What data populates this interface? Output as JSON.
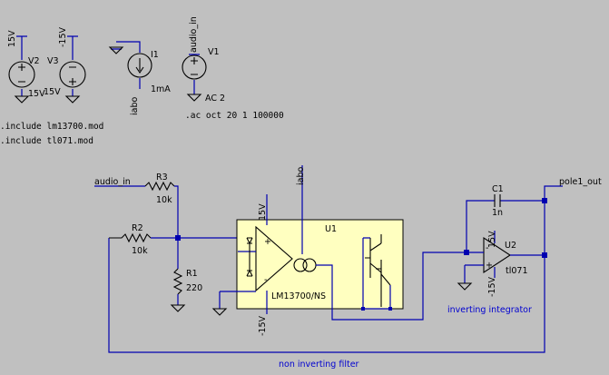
{
  "sources": {
    "v2": {
      "name": "V2",
      "top_net": "15V",
      "value": "15V"
    },
    "v3": {
      "name": "V3",
      "top_net": "-15V",
      "value": "15V"
    },
    "i1": {
      "name": "I1",
      "net": "iabo",
      "value": "1mA"
    },
    "v1": {
      "name": "V1",
      "top_net": "audio_in",
      "value": "AC 2"
    }
  },
  "directives": {
    "ac": ".ac oct 20 1 100000",
    "include1": ".include lm13700.mod",
    "include2": ".include tl071.mod"
  },
  "resistors": {
    "r1": {
      "name": "R1",
      "value": "220"
    },
    "r2": {
      "name": "R2",
      "value": "10k"
    },
    "r3": {
      "name": "R3",
      "value": "10k"
    }
  },
  "capacitor": {
    "name": "C1",
    "value": "1n"
  },
  "ota": {
    "name": "U1",
    "model": "LM13700/NS",
    "pos_supply": "15V",
    "neg_supply": "-15V",
    "plus": "+",
    "minus": "-",
    "iabc_net": "iabo"
  },
  "opamp": {
    "name": "U2",
    "model": "tl071",
    "pos_supply": "15V",
    "neg_supply": "-15V",
    "minus": "-",
    "plus": "+"
  },
  "nets": {
    "audio_in": "audio_in",
    "pole1_out": "pole1_out"
  },
  "comments": {
    "integrator": "inverting integrator",
    "filter": "non inverting filter"
  },
  "colors": {
    "background": "#c0c0c0",
    "wire": "#0000b0",
    "component": "#000000",
    "ic_fill": "#ffffc0",
    "comment": "#0000d0"
  }
}
